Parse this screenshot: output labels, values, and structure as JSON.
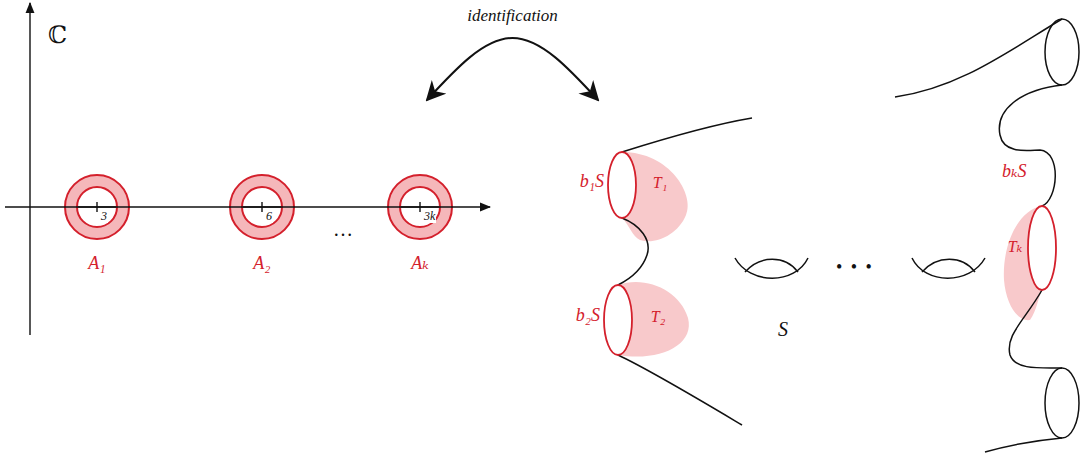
{
  "diagram": {
    "nodes": [
      {
        "text": [
          "ℂ"
        ]
      },
      {
        "text": [
          "3",
          "A₁"
        ],
        "in": 0
      },
      {
        "text": [
          "6",
          "A₂"
        ],
        "in": 0
      },
      {
        "text": [
          "3k",
          "Aₖ"
        ],
        "in": 0
      },
      {
        "text": [
          "S"
        ]
      },
      {
        "text": [
          "T₁"
        ],
        "in": 4
      },
      {
        "text": [
          "T₂"
        ],
        "in": 4
      },
      {
        "text": [
          "Tₖ"
        ],
        "in": 4
      }
    ],
    "edges": [
      {
        "from": 0,
        "to": 4,
        "arrow": "both",
        "label": "identification"
      }
    ],
    "labels": [
      "…",
      "b₁S",
      "b₂S",
      "bₖS",
      "• • •"
    ]
  }
}
